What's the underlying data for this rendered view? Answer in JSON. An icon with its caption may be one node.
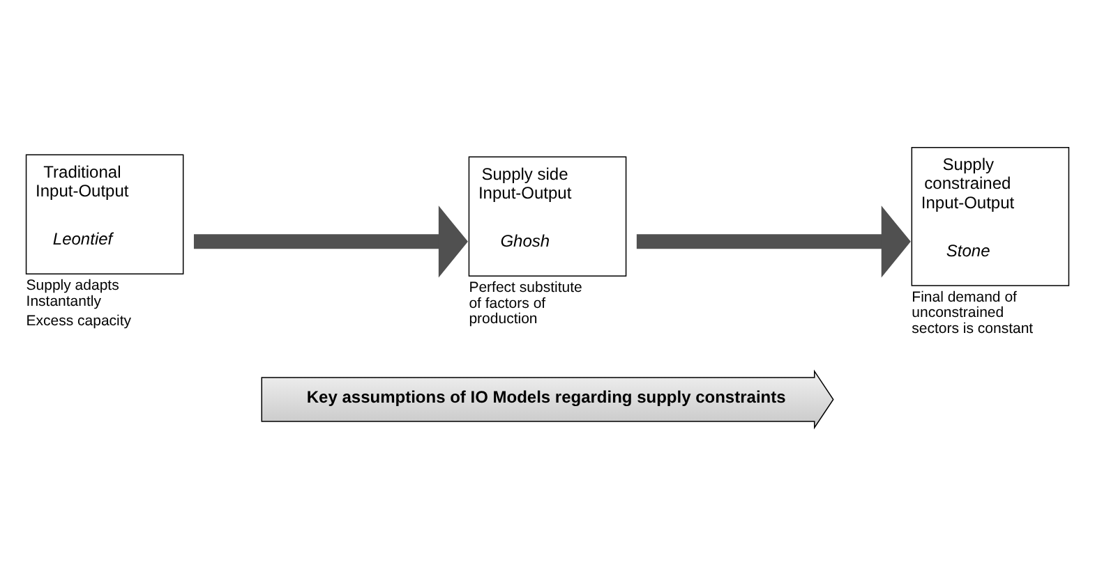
{
  "diagram": {
    "nodes": [
      {
        "text": [
          "Traditional Input-Output",
          "Leontief"
        ],
        "beside": [
          "Supply adapts Instantantly",
          "Excess capacity"
        ]
      },
      {
        "text": [
          "Supply side Input-Output",
          "Ghosh"
        ],
        "beside": [
          "Perfect substitute of factors of production"
        ]
      },
      {
        "text": [
          "Supply constrained Input-Output",
          "Stone"
        ],
        "beside": [
          "Final demand of unconstrained sectors is constant"
        ]
      },
      {
        "text": [
          "Key assumptions of IO Models regarding supply constraints"
        ]
      }
    ],
    "edges": [
      {
        "from": 0,
        "to": 1,
        "arrow": "to"
      },
      {
        "from": 1,
        "to": 2,
        "arrow": "to"
      }
    ]
  }
}
